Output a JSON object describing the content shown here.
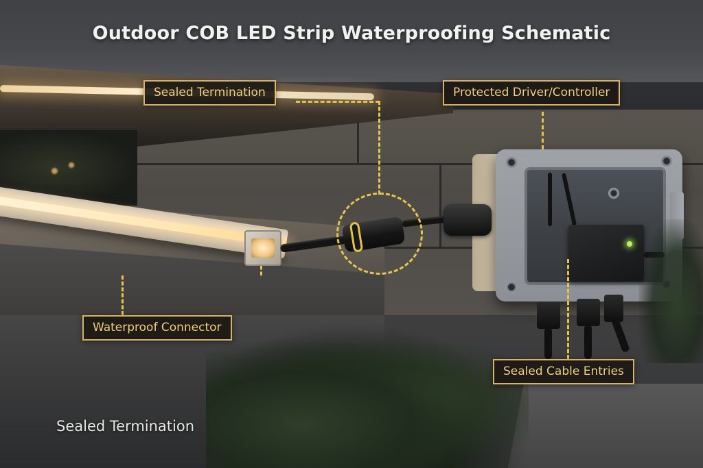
{
  "title": "Outdoor COB LED Strip Waterproofing Schematic",
  "callouts": {
    "sealed_termination": "Sealed Termination",
    "protected_driver": "Protected Driver/Controller",
    "waterproof_connector": "Waterproof Connector",
    "sealed_cable_entries": "Sealed Cable Entries"
  },
  "caption": "Sealed Termination",
  "colors": {
    "accent_gold": "#e6c64a",
    "label_text": "#f0cf7a",
    "label_border": "#d9b25e",
    "label_bg": "#1c1915",
    "led_warm": "#ffe7b5",
    "status_led": "#b7f25a"
  },
  "components": [
    {
      "id": "led-profile",
      "name": "Aluminum COB LED profile with end cap"
    },
    {
      "id": "inline-connector",
      "name": "Waterproof inline connector (yellow O-ring)"
    },
    {
      "id": "cable-gland",
      "name": "Side cable gland into enclosure"
    },
    {
      "id": "enclosure",
      "name": "Clear-lid IP-rated junction box"
    },
    {
      "id": "driver",
      "name": "Driver/controller with green status LED"
    },
    {
      "id": "bottom-glands",
      "name": "Bottom sealed cable entries (3)"
    }
  ]
}
